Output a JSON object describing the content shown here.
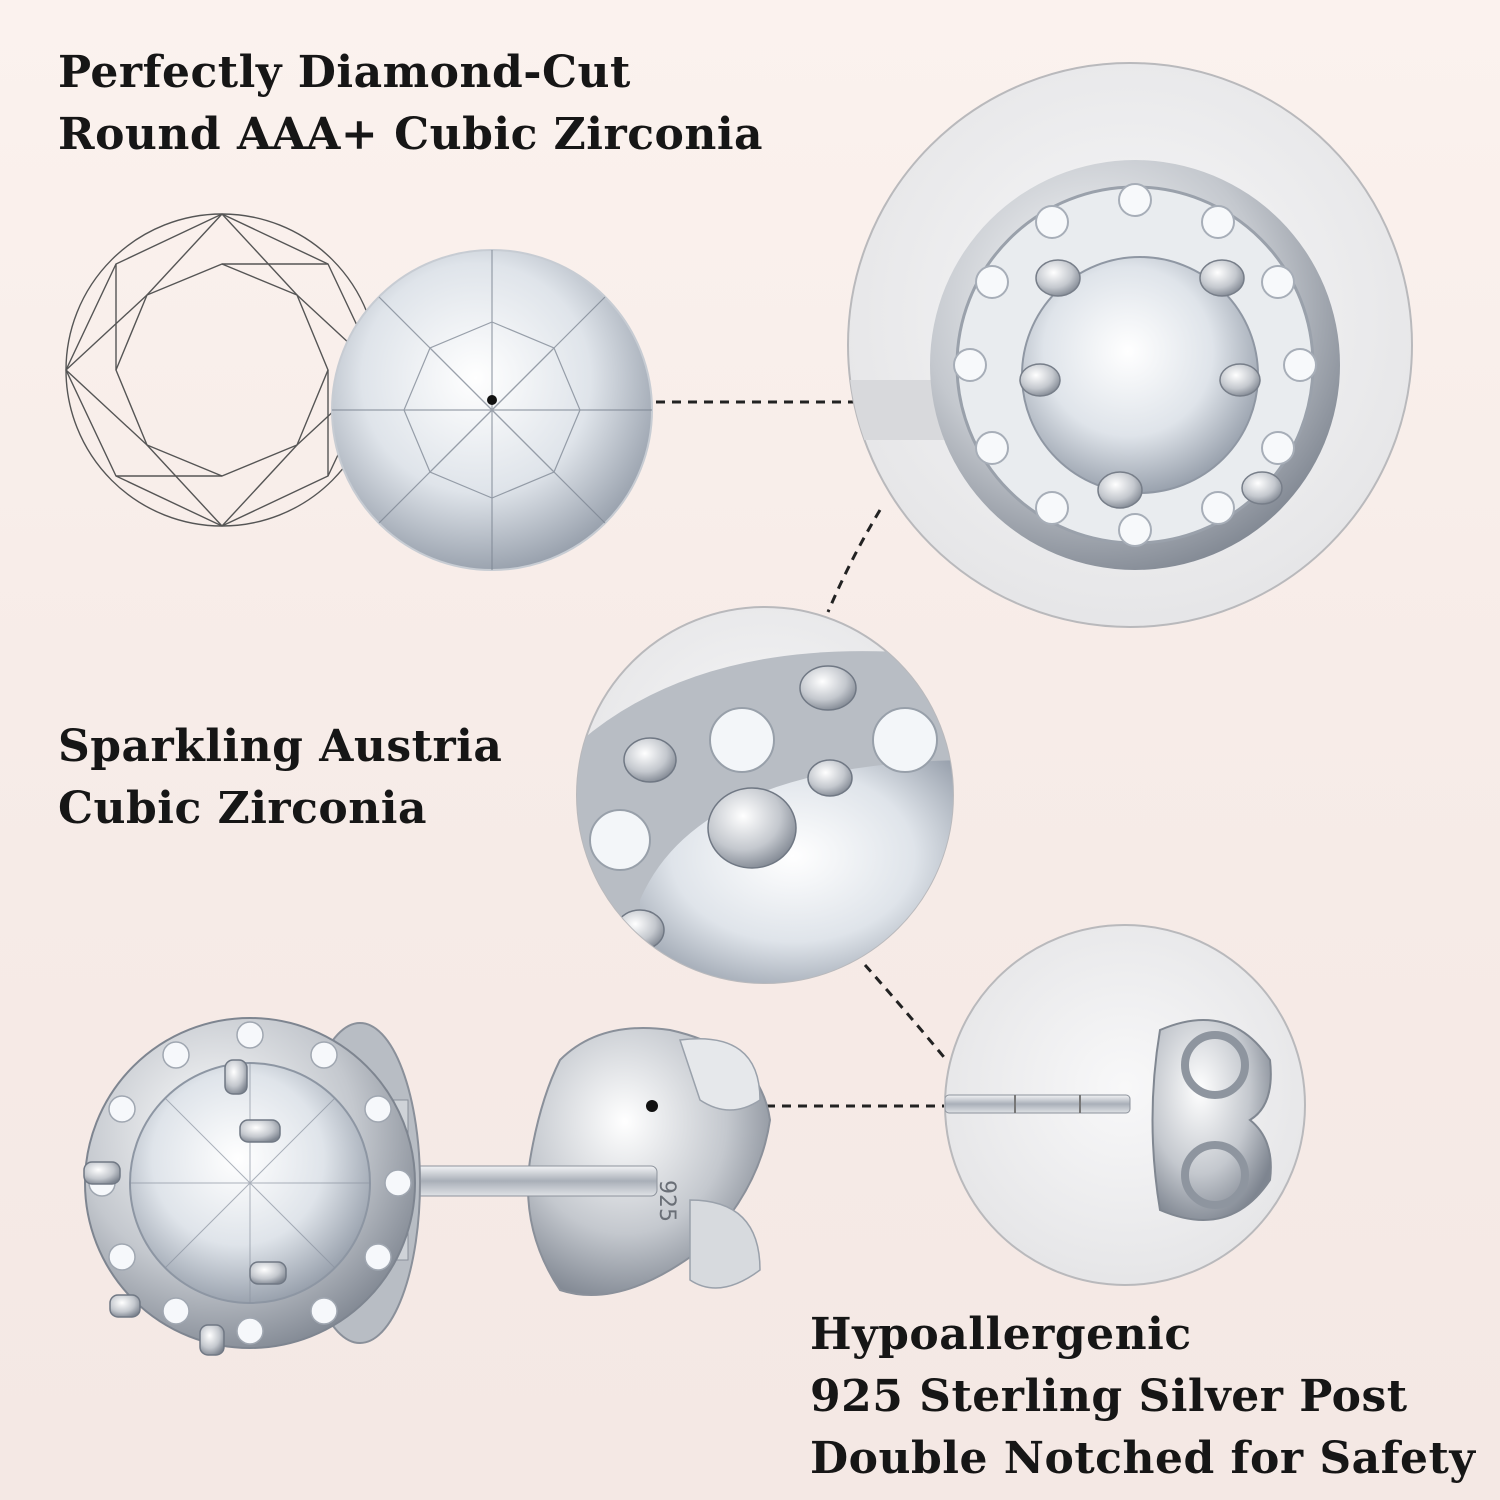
{
  "headings": {
    "cut": {
      "line1": "Perfectly Diamond-Cut",
      "line2": "Round AAA+ Cubic Zirconia"
    },
    "sparkle": {
      "line1": "Sparkling Austria",
      "line2": "Cubic Zirconia"
    },
    "post": {
      "line1": "Hypoallergenic",
      "line2": "925 Sterling Silver Post",
      "line3": "Double Notched for Safety"
    }
  },
  "stamp": "925",
  "colors": {
    "text": "#161616",
    "background": "#f7ece8",
    "silver": "#c9ccd1",
    "line": "#222222"
  }
}
